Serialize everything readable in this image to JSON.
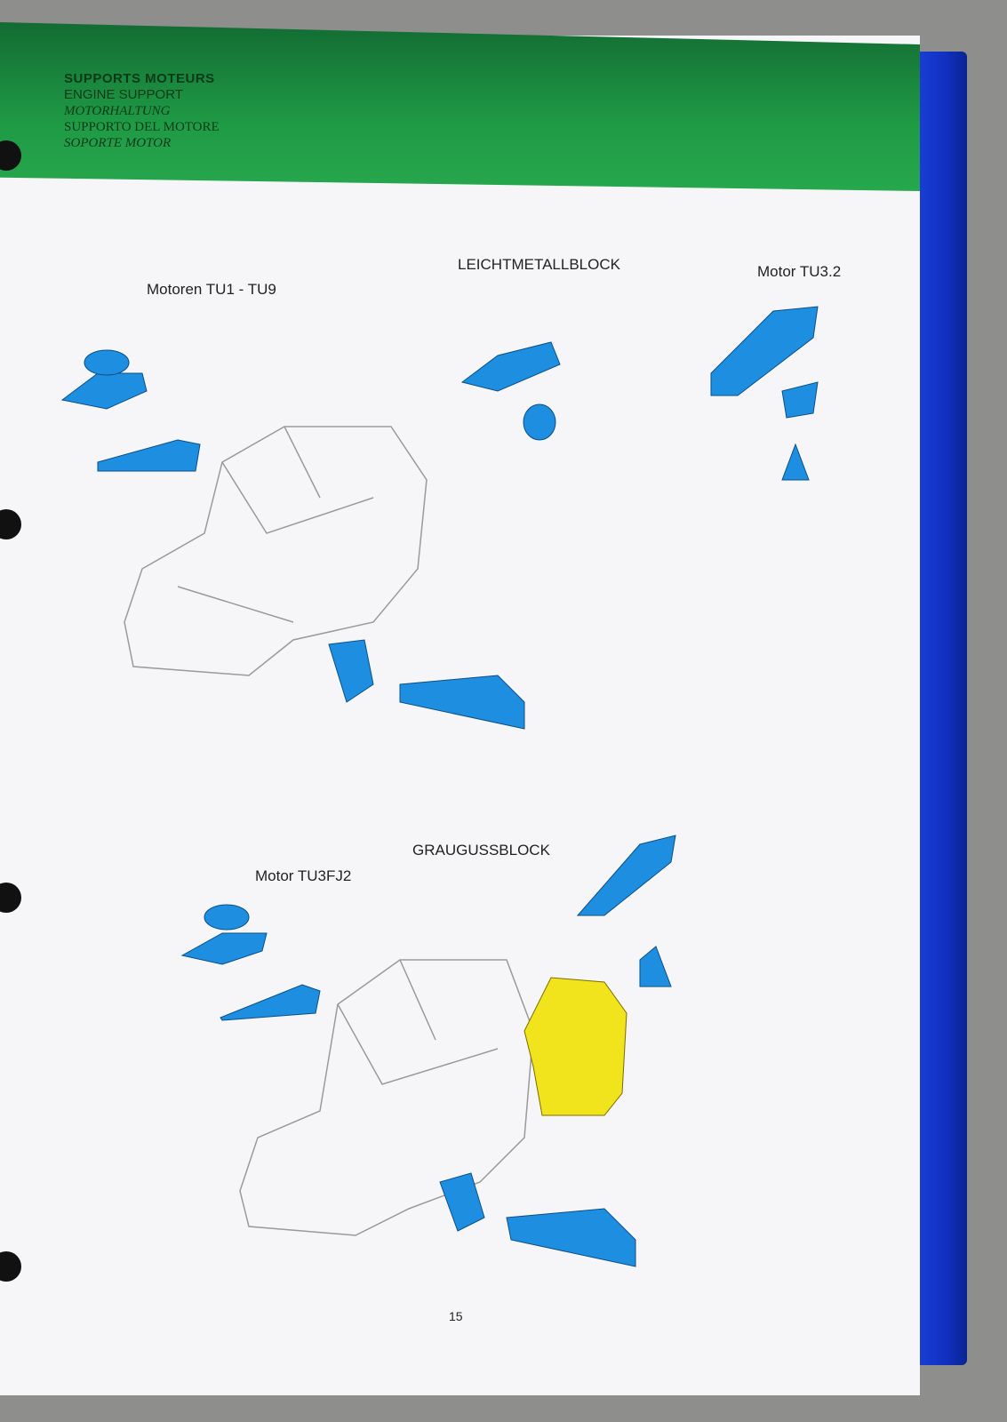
{
  "header": {
    "titles": [
      "SUPPORTS MOTEURS",
      "ENGINE SUPPORT",
      "MOTORHALTUNG",
      "SUPPORTO DEL MOTORE",
      "SOPORTE MOTOR"
    ]
  },
  "labels": {
    "tu1_tu9": "Motoren TU1 - TU9",
    "leichtmetall": "LEICHTMETALLBLOCK",
    "tu32": "Motor TU3.2",
    "grauguss": "GRAUGUSSBLOCK",
    "tu3fj2": "Motor TU3FJ2"
  },
  "page_number": "15",
  "colors": {
    "part_blue": "#1e8fe0",
    "part_yellow": "#f2e41c",
    "header_green": "#1f9a45",
    "binding_blue": "#1a3fd8"
  }
}
